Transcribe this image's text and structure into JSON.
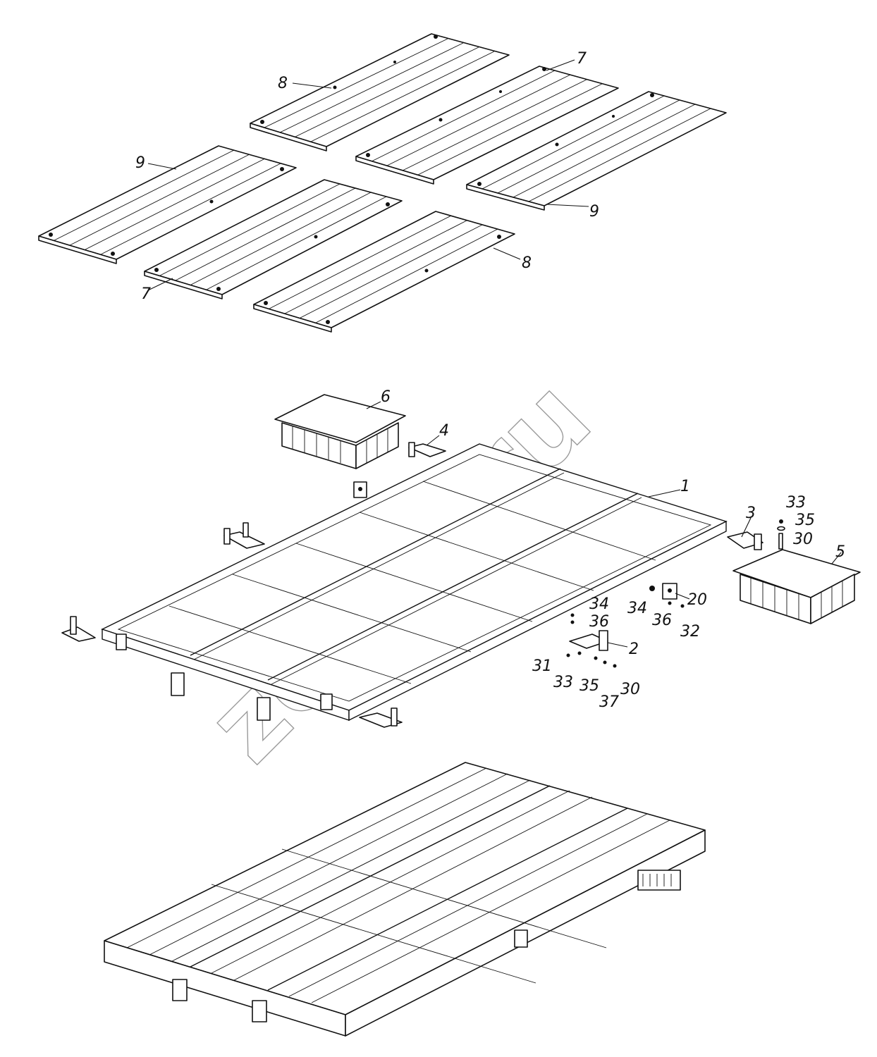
{
  "diagram": {
    "watermark": "zoom.ru",
    "callouts": [
      {
        "id": "c7a",
        "text": "7"
      },
      {
        "id": "c8a",
        "text": "8"
      },
      {
        "id": "c9a",
        "text": "9"
      },
      {
        "id": "c9b",
        "text": "9"
      },
      {
        "id": "c7b",
        "text": "7"
      },
      {
        "id": "c8b",
        "text": "8"
      },
      {
        "id": "c6",
        "text": "6"
      },
      {
        "id": "c4",
        "text": "4"
      },
      {
        "id": "c1",
        "text": "1"
      },
      {
        "id": "c3",
        "text": "3"
      },
      {
        "id": "c33a",
        "text": "33"
      },
      {
        "id": "c35a",
        "text": "35"
      },
      {
        "id": "c30a",
        "text": "30"
      },
      {
        "id": "c5",
        "text": "5"
      },
      {
        "id": "c20",
        "text": "20"
      },
      {
        "id": "c34a",
        "text": "34"
      },
      {
        "id": "c36a",
        "text": "36"
      },
      {
        "id": "c32",
        "text": "32"
      },
      {
        "id": "c34b",
        "text": "34"
      },
      {
        "id": "c36b",
        "text": "36"
      },
      {
        "id": "c2",
        "text": "2"
      },
      {
        "id": "c31",
        "text": "31"
      },
      {
        "id": "c33b",
        "text": "33"
      },
      {
        "id": "c35b",
        "text": "35"
      },
      {
        "id": "c37",
        "text": "37"
      },
      {
        "id": "c30b",
        "text": "30"
      }
    ]
  }
}
